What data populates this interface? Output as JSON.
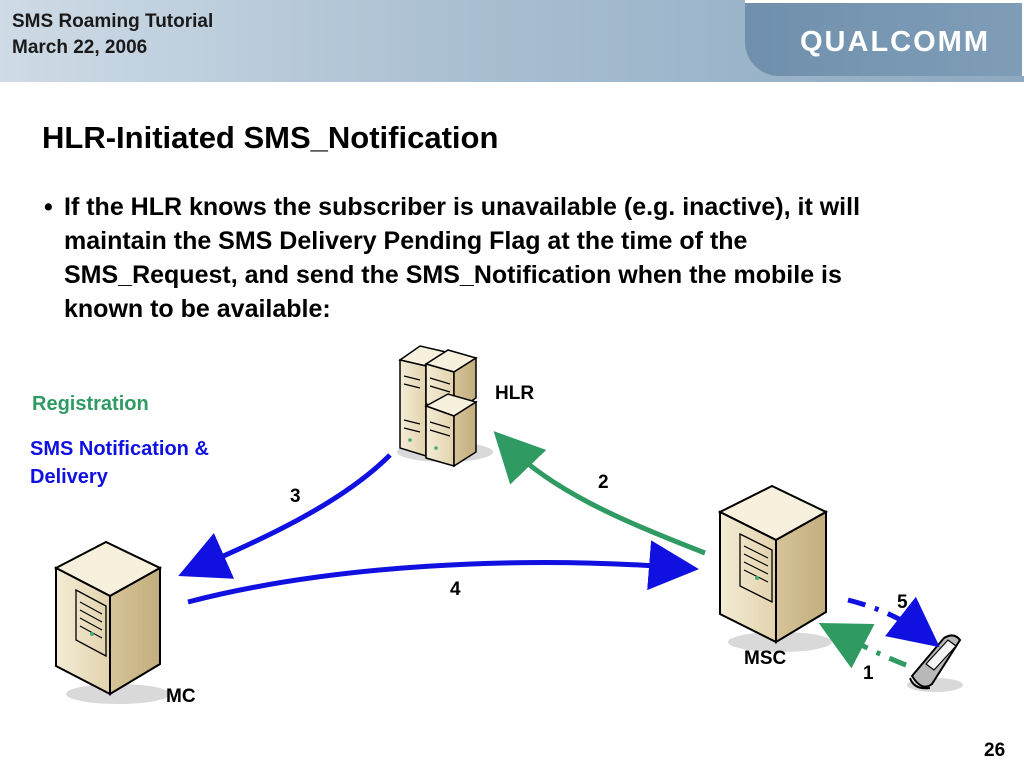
{
  "header": {
    "title": "SMS Roaming Tutorial",
    "date": "March 22, 2006",
    "logo": "QUALCOMM"
  },
  "slide": {
    "title": "HLR-Initiated SMS_Notification",
    "bullet": "If the HLR knows the subscriber is unavailable (e.g. inactive), it will maintain the SMS Delivery Pending Flag at the time of the SMS_Request, and send the SMS_Notification when the mobile is known to be available:",
    "page_number": "26"
  },
  "legend": {
    "registration": "Registration",
    "notification": "SMS Notification & Delivery"
  },
  "nodes": {
    "hlr": "HLR",
    "msc": "MSC",
    "mc": "MC"
  },
  "steps": {
    "s1": "1",
    "s2": "2",
    "s3": "3",
    "s4": "4",
    "s5": "5"
  },
  "colors": {
    "registration": "#2f9a62",
    "notification": "#1010e0"
  }
}
